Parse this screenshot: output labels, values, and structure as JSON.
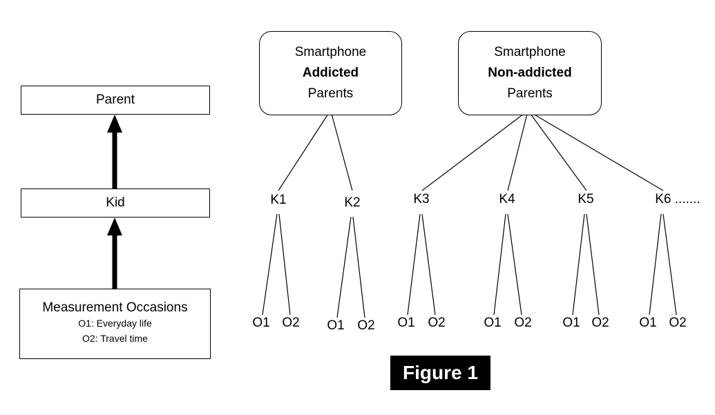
{
  "left_panel": {
    "parent_label": "Parent",
    "kid_label": "Kid",
    "measurement": {
      "title": "Measurement Occasions",
      "line1": "O1: Everyday life",
      "line2": "O2: Travel time"
    }
  },
  "tree": {
    "addicted_box": {
      "line1": "Smartphone",
      "line2": "Addicted",
      "line3": "Parents"
    },
    "non_addicted_box": {
      "line1": "Smartphone",
      "line2": "Non-addicted",
      "line3": "Parents"
    },
    "kids": [
      {
        "label": "K1"
      },
      {
        "label": "K2"
      },
      {
        "label": "K3"
      },
      {
        "label": "K4"
      },
      {
        "label": "K5"
      },
      {
        "label": "K6 ......."
      }
    ],
    "occasions": [
      {
        "o1": "O1",
        "o2": "O2"
      },
      {
        "o1": "O1",
        "o2": "O2"
      },
      {
        "o1": "O1",
        "o2": "O2"
      },
      {
        "o1": "O1",
        "o2": "O2"
      },
      {
        "o1": "O1",
        "o2": "O2"
      },
      {
        "o1": "O1",
        "o2": "O2"
      }
    ]
  },
  "caption": "Figure 1"
}
